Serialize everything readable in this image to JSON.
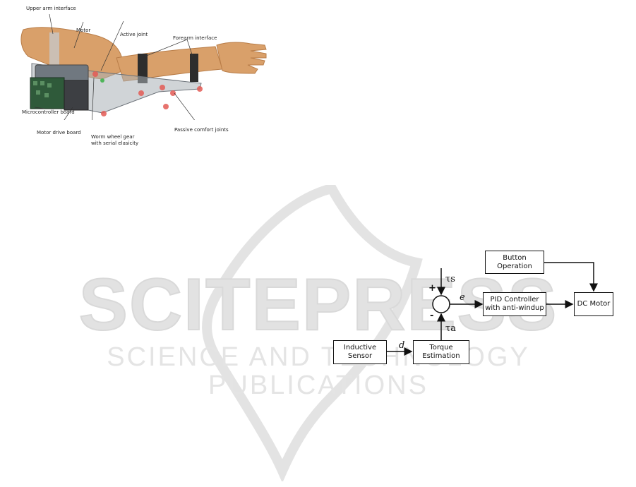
{
  "watermark": {
    "main": "SCITEPRESS",
    "sub": "SCIENCE AND TECHNOLOGY PUBLICATIONS"
  },
  "exoskeleton_figure": {
    "labels": {
      "upper_arm_interface": "Upper arm interface",
      "motor": "Motor",
      "active_joint": "Active joint",
      "forearm_interface": "Forearm interface",
      "microcontroller_board": "Microcontroller board",
      "motor_drive_board": "Motor drive board",
      "worm_wheel_line1": "Worm wheel gear",
      "worm_wheel_line2": "with serial elasicity",
      "passive_comfort_joints": "Passive comfort joints"
    }
  },
  "block_diagram": {
    "button_operation_line1": "Button",
    "button_operation_line2": "Operation",
    "pid_line1": "PID Controller",
    "pid_line2": "with anti-windup",
    "dc_motor": "DC Motor",
    "inductive_line1": "Inductive",
    "inductive_line2": "Sensor",
    "torque_line1": "Torque",
    "torque_line2": "Estimation",
    "tau_s": "τs",
    "tau_a": "τa",
    "error_signal": "e",
    "displacement_signal": "d",
    "plus_sign": "+",
    "minus_sign": "-"
  },
  "colors": {
    "skin": "#d9a06a",
    "skin_dark": "#b97d48",
    "frame_gray": "#8f959c",
    "pcb_green": "#2f5a3a",
    "marker_red": "#e35a55"
  }
}
